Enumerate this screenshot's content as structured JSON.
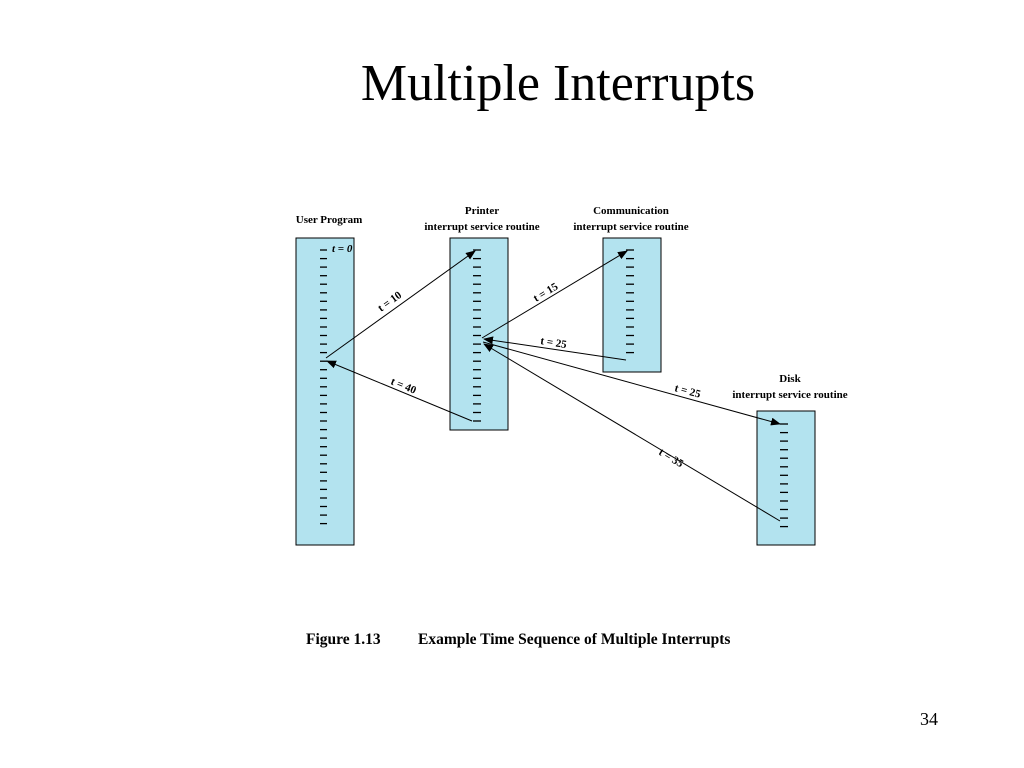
{
  "slide": {
    "title": "Multiple Interrupts",
    "page_number": "34"
  },
  "figure": {
    "caption_number": "Figure 1.13",
    "caption_text": "Example Time Sequence of Multiple Interrupts",
    "colors": {
      "box_fill": "#b3e3ef",
      "stroke": "#000000"
    },
    "columns": {
      "user": {
        "label_lines": [
          "User Program"
        ],
        "start_label": "t = 0"
      },
      "printer": {
        "label_lines": [
          "Printer",
          "interrupt service routine"
        ]
      },
      "comm": {
        "label_lines": [
          "Communication",
          "interrupt service routine"
        ]
      },
      "disk": {
        "label_lines": [
          "Disk",
          "interrupt service routine"
        ]
      }
    },
    "transitions": [
      {
        "from": "user",
        "to": "printer",
        "label": "t = 10"
      },
      {
        "from": "printer",
        "to": "user",
        "label": "t = 40"
      },
      {
        "from": "printer",
        "to": "comm",
        "label": "t = 15"
      },
      {
        "from": "comm",
        "to": "printer",
        "label": "t = 25"
      },
      {
        "from": "printer",
        "to": "disk",
        "label": "t = 25"
      },
      {
        "from": "disk",
        "to": "printer",
        "label": "t = 35"
      }
    ]
  }
}
